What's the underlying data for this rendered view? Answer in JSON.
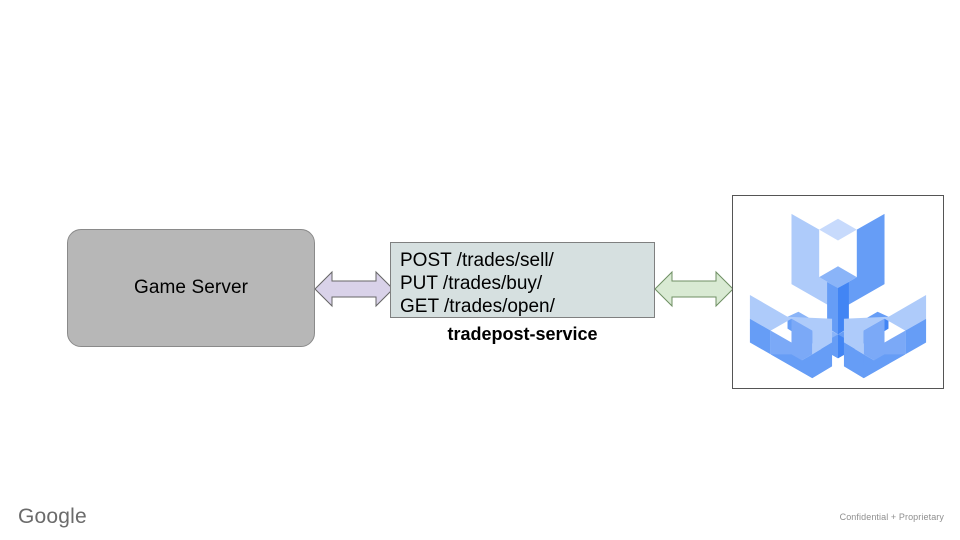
{
  "slide": {
    "background_color": "#ffffff"
  },
  "nodes": {
    "game_server": {
      "label": "Game Server",
      "fill_color": "#b7b7b7",
      "border_color": "#8a8a8a"
    },
    "service": {
      "endpoints": [
        "POST /trades/sell/",
        "PUT /trades/buy/",
        "GET /trades/open/"
      ],
      "caption": "tradepost-service",
      "fill_color": "#d6e0e0",
      "border_color": "#7f8080"
    },
    "platform_logo": {
      "icon_name": "agones-logo",
      "frame_border_color": "#555555",
      "colors": {
        "light": "#aecbfa",
        "medium": "#669df6",
        "dark": "#4285f4",
        "darkest": "#1a73e8"
      }
    }
  },
  "connectors": [
    {
      "name": "game-server-to-service",
      "style": "double-arrow",
      "fill_color": "#d9d2e9",
      "border_color": "#666666"
    },
    {
      "name": "service-to-platform",
      "style": "double-arrow",
      "fill_color": "#d9ead3",
      "border_color": "#6f8f63"
    }
  ],
  "footer": {
    "brand": "Google",
    "classification": "Confidential + Proprietary"
  }
}
